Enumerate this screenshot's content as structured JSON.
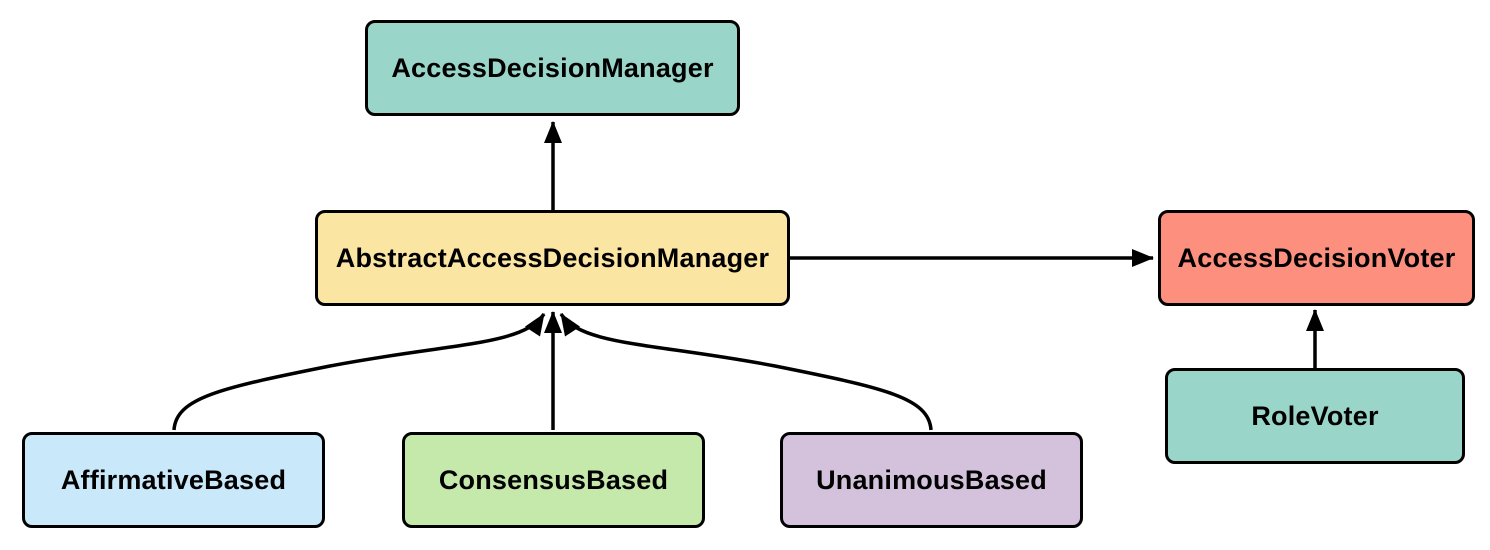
{
  "diagram": {
    "nodes": {
      "access_decision_manager": {
        "label": "AccessDecisionManager",
        "fill": "#99d6c9"
      },
      "abstract_access_decision_manager": {
        "label": "AbstractAccessDecisionManager",
        "fill": "#fbe5a2"
      },
      "access_decision_voter": {
        "label": "AccessDecisionVoter",
        "fill": "#fc8f7e"
      },
      "role_voter": {
        "label": "RoleVoter",
        "fill": "#99d6c9"
      },
      "affirmative_based": {
        "label": "AffirmativeBased",
        "fill": "#c9e8f9"
      },
      "consensus_based": {
        "label": "ConsensusBased",
        "fill": "#c5e8ab"
      },
      "unanimous_based": {
        "label": "UnanimousBased",
        "fill": "#d4c2dc"
      }
    },
    "edges": [
      {
        "from": "AbstractAccessDecisionManager",
        "to": "AccessDecisionManager",
        "style": "straight-up-arrow"
      },
      {
        "from": "AbstractAccessDecisionManager",
        "to": "AccessDecisionVoter",
        "style": "straight-right-arrow"
      },
      {
        "from": "RoleVoter",
        "to": "AccessDecisionVoter",
        "style": "straight-up-arrow"
      },
      {
        "from": "AffirmativeBased",
        "to": "AbstractAccessDecisionManager",
        "style": "curved-up-arrow"
      },
      {
        "from": "ConsensusBased",
        "to": "AbstractAccessDecisionManager",
        "style": "straight-up-arrow"
      },
      {
        "from": "UnanimousBased",
        "to": "AbstractAccessDecisionManager",
        "style": "curved-up-arrow"
      }
    ],
    "edge_color": "#000000",
    "border_color": "#000000",
    "background": "#ffffff"
  }
}
